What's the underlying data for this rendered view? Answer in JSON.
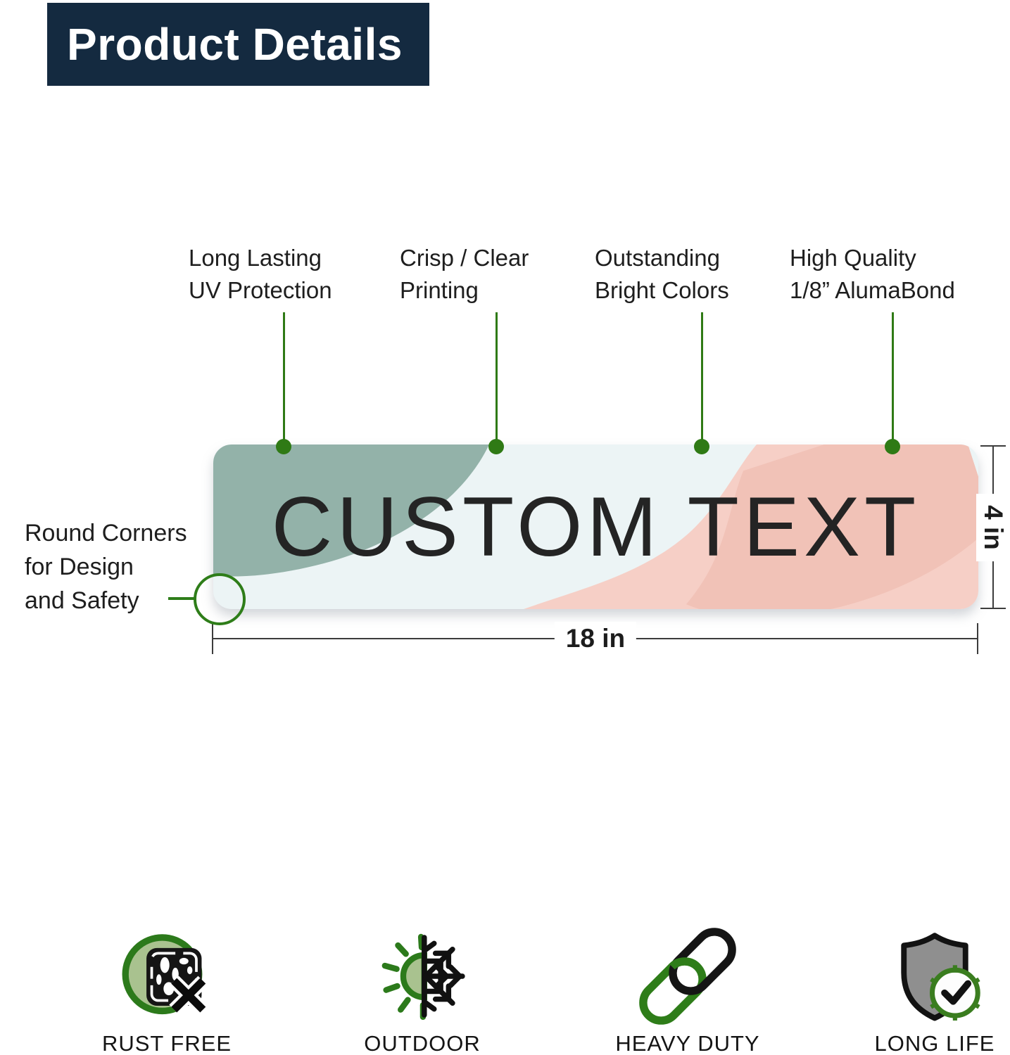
{
  "header": {
    "title": "Product Details"
  },
  "callouts": [
    {
      "label": "Long Lasting\nUV Protection"
    },
    {
      "label": "Crisp / Clear\nPrinting"
    },
    {
      "label": "Outstanding\nBright Colors"
    },
    {
      "label": "High Quality\n1/8” AlumaBond"
    }
  ],
  "corner_note": {
    "label": "Round Corners\nfor Design\nand Safety"
  },
  "sign": {
    "text": "CUSTOM TEXT"
  },
  "dimensions": {
    "width_label": "18 in",
    "height_label": "4 in"
  },
  "features": [
    {
      "label": "RUST FREE",
      "icon": "rust-free-icon"
    },
    {
      "label": "OUTDOOR",
      "icon": "outdoor-icon"
    },
    {
      "label": "HEAVY DUTY",
      "icon": "heavy-duty-icon"
    },
    {
      "label": "LONG LIFE",
      "icon": "long-life-icon"
    }
  ],
  "colors": {
    "header_bg": "#142a40",
    "accent_green": "#2f7a15",
    "sign_bg": "#ecf4f5",
    "sign_sage": "#93b2a9",
    "sign_pink": "#f6cfc6",
    "sign_pink_dark": "#f1c2b7",
    "icon_light_green": "#a9c28f",
    "shield_gray": "#8f8f8f",
    "dimension_line": "#3c3c3c",
    "text_dark": "#1e1e1e"
  }
}
